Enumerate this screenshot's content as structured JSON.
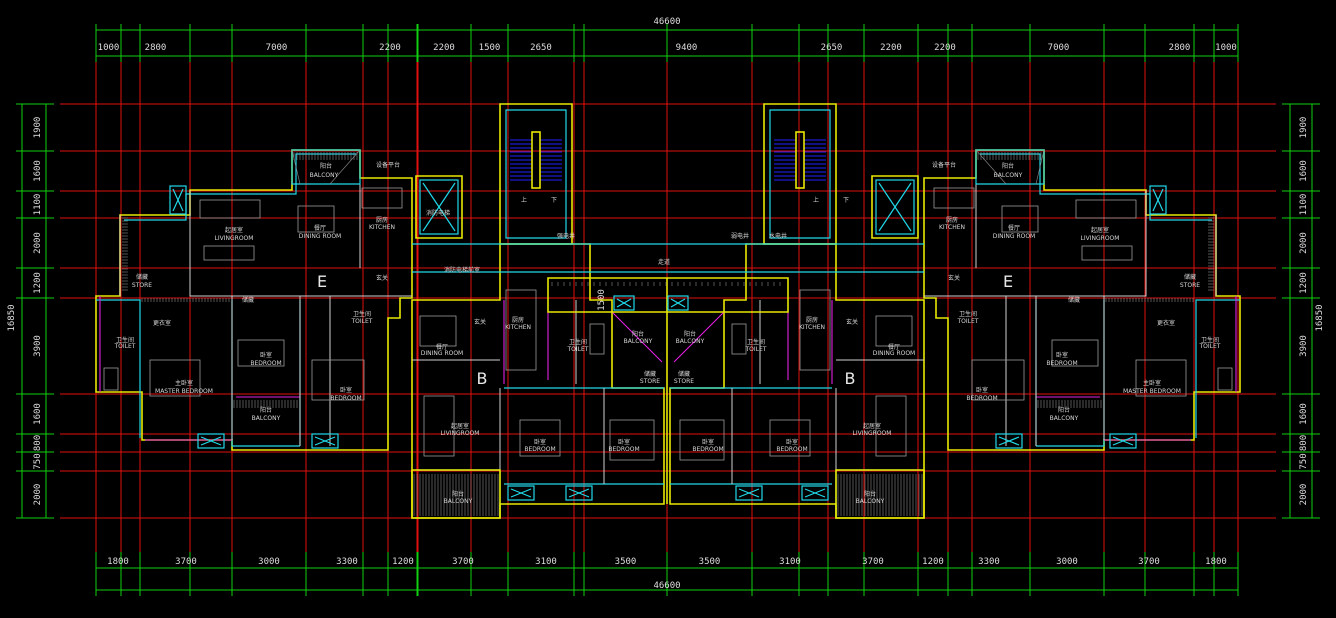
{
  "top_total": "46600",
  "bottom_total": "46600",
  "top_segments": [
    "1000",
    "2800",
    "7000",
    "2200",
    "2200",
    "1500",
    "2650",
    "9400",
    "2650",
    "2200",
    "2200",
    "7000",
    "2800",
    "1000"
  ],
  "bottom_segments": [
    "1800",
    "3700",
    "3000",
    "3300",
    "1200",
    "3700",
    "3100",
    "3500",
    "3500",
    "3100",
    "3700",
    "1200",
    "3300",
    "3000",
    "3700",
    "1800"
  ],
  "left_segments": [
    "1900",
    "1600",
    "1100",
    "2000",
    "1200",
    "3900",
    "1600",
    "800",
    "750",
    "2000"
  ],
  "right_segments": [
    "1900",
    "1600",
    "1100",
    "2000",
    "1200",
    "3900",
    "1600",
    "800",
    "750",
    "2000"
  ],
  "left_total": "16850",
  "right_total": "16850",
  "unit_labels": [
    "E",
    "B",
    "B",
    "E"
  ],
  "corridor_dim": "1500",
  "rooms": {
    "balcony_tl": "阳台",
    "balcony_en": "BALCONY",
    "equip_platform": "设备平台",
    "kitchen": "厨房",
    "kitchen_en": "KITCHEN",
    "living": "起居室",
    "living_en": "LIVINGROOM",
    "dining": "餐厅",
    "dining_en": "DINING ROOM",
    "store": "储藏",
    "store_en": "STORE",
    "entry": "玄关",
    "cloak": "更衣室",
    "toilet": "卫生间",
    "toilet_en": "TOILET",
    "master": "主卧室",
    "master_en": "MASTER BEDROOM",
    "bedroom": "卧室",
    "bedroom_en": "BEDROOM",
    "elevator": "消防电梯",
    "fire_lobby": "消防电梯前室",
    "corridor": "走道",
    "up": "上",
    "down": "下",
    "pipe_shaft": "强电井",
    "weak_shaft": "弱电井",
    "water_shaft": "水电井"
  }
}
